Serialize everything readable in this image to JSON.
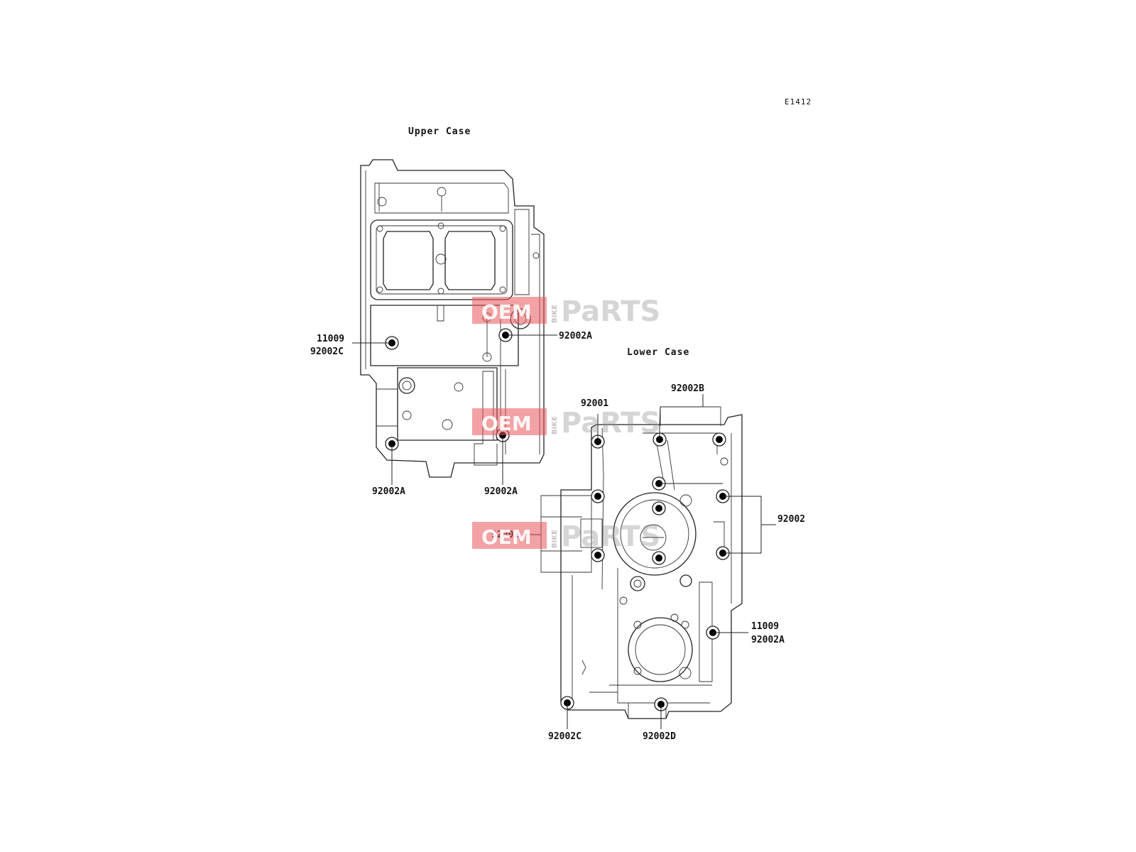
{
  "diagram": {
    "code": "E1412",
    "upper_case_title": "Upper Case",
    "lower_case_title": "Lower Case"
  },
  "upper_labels": {
    "l11009": "11009",
    "l92002c": "92002C",
    "r92002a": "92002A",
    "b92002a_left": "92002A",
    "b92002a_right": "92002A"
  },
  "lower_labels": {
    "l92001": "92001",
    "l92002b": "92002B",
    "r92002": "92002",
    "l92002_left": "92002",
    "r11009": "11009",
    "r92002a": "92002A",
    "b92002c": "92002C",
    "b92002d": "92002D"
  },
  "watermark": {
    "brand_a": "OEM",
    "brand_b": "BIKE",
    "brand_c": "PaRTS"
  }
}
